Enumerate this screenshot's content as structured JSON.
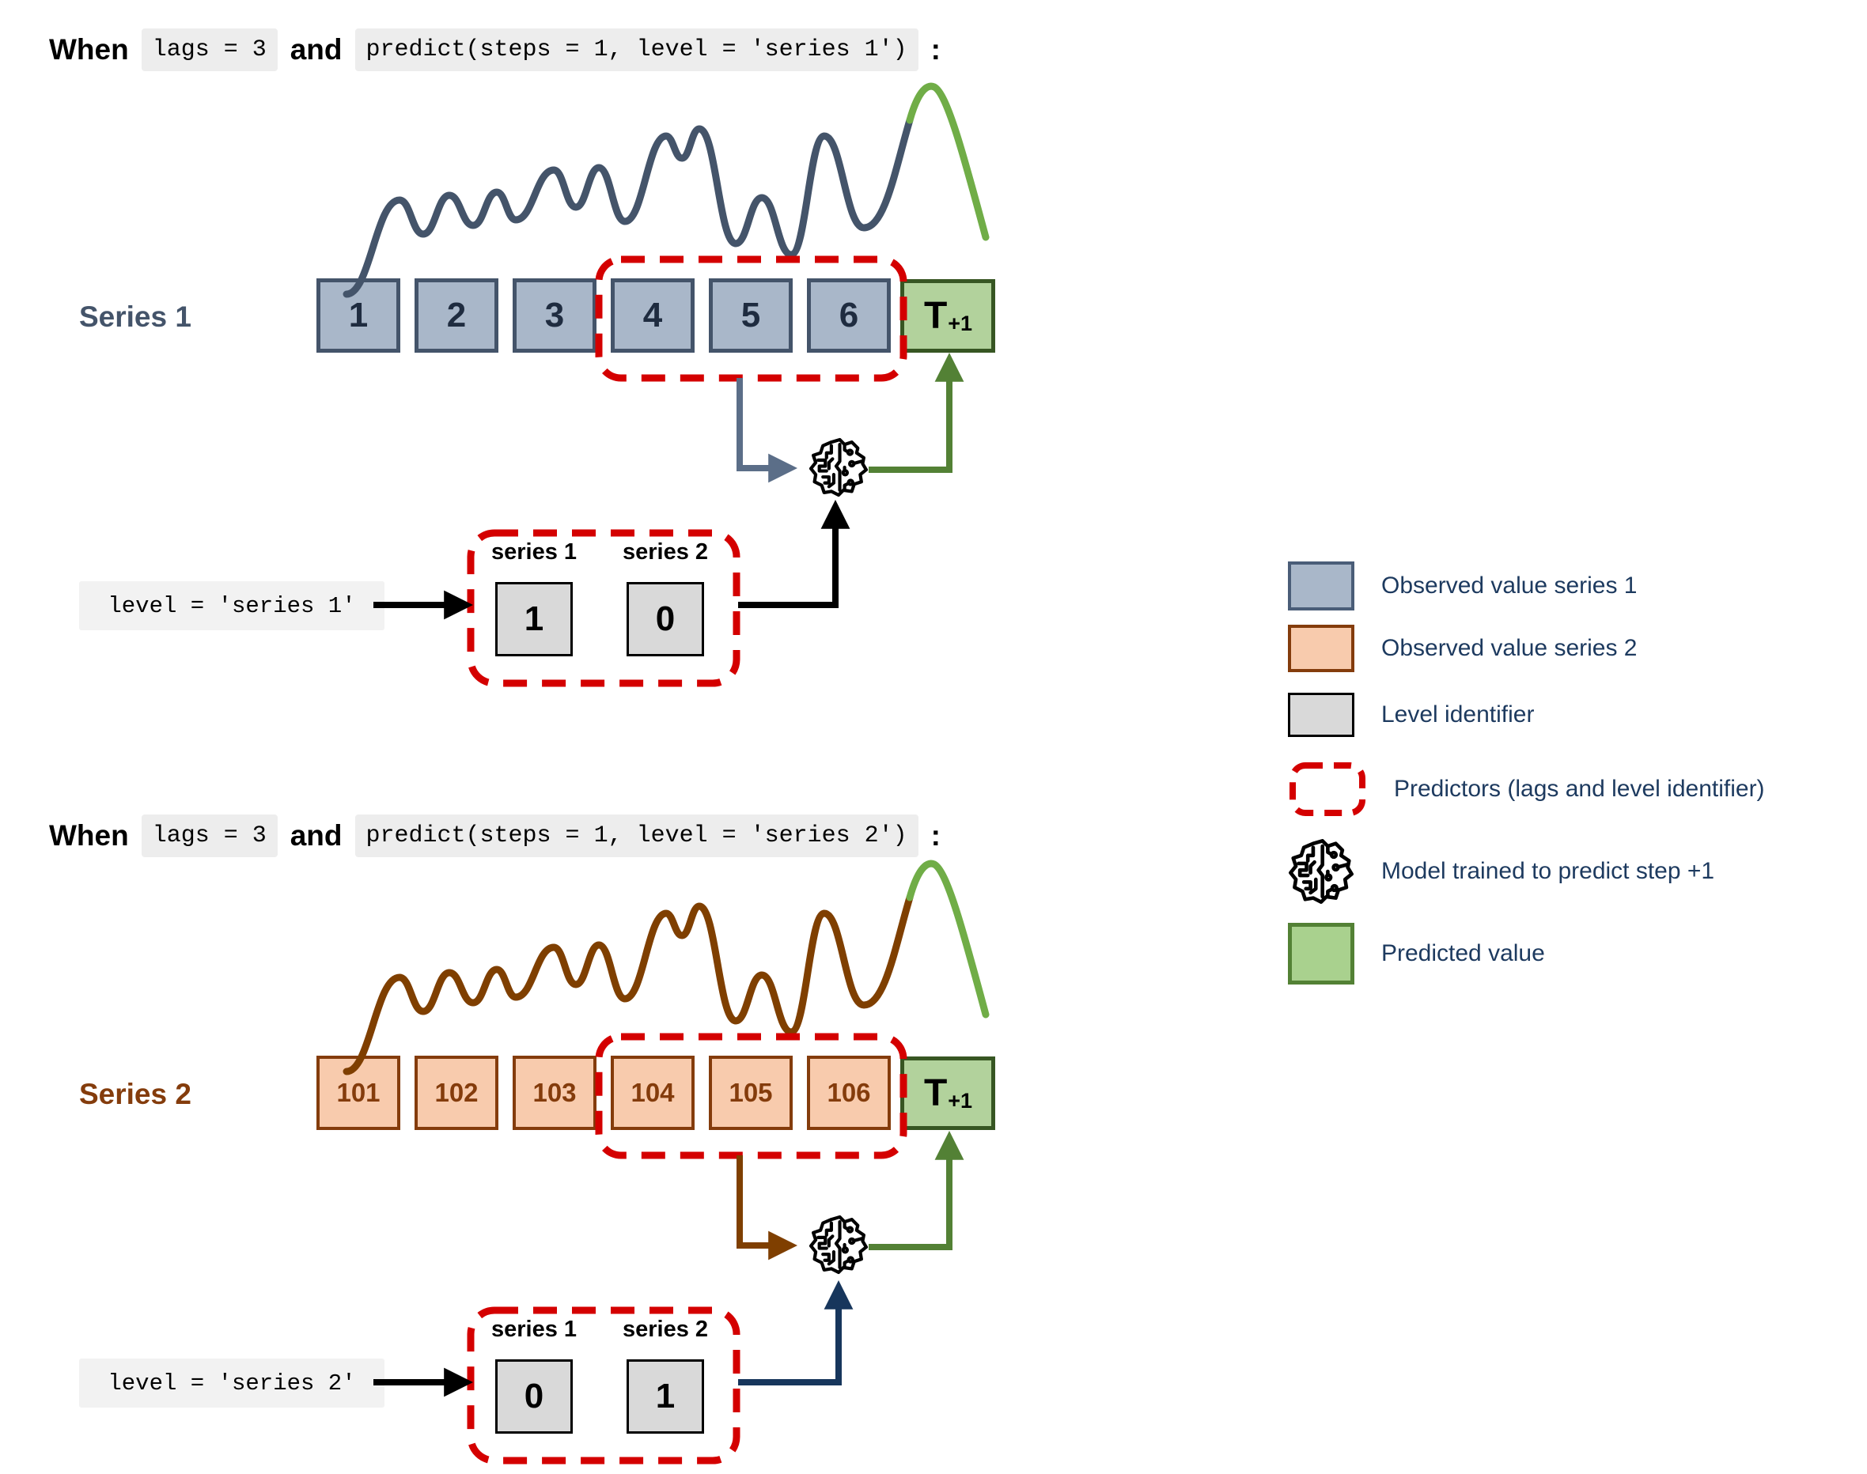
{
  "headings": {
    "h1": {
      "when": "When",
      "lags_code": "lags = 3",
      "and": "and",
      "predict_code": "predict(steps = 1, level = 'series 1')",
      "colon": ":"
    },
    "h2": {
      "when": "When",
      "lags_code": "lags = 3",
      "and": "and",
      "predict_code": "predict(steps = 1, level = 'series 2')",
      "colon": ":"
    }
  },
  "series1": {
    "label": "Series 1",
    "values": [
      "1",
      "2",
      "3",
      "4",
      "5",
      "6"
    ],
    "predicted": {
      "t": "T",
      "sub": "+1"
    }
  },
  "series2": {
    "label": "Series 2",
    "values": [
      "101",
      "102",
      "103",
      "104",
      "105",
      "106"
    ],
    "predicted": {
      "t": "T",
      "sub": "+1"
    }
  },
  "level1": {
    "code": "level = 'series 1'",
    "headers": [
      "series 1",
      "series 2"
    ],
    "values": [
      "1",
      "0"
    ]
  },
  "level2": {
    "code": "level = 'series 2'",
    "headers": [
      "series 1",
      "series 2"
    ],
    "values": [
      "0",
      "1"
    ]
  },
  "legend": {
    "items": [
      {
        "label": "Observed value series 1",
        "swatch": "observed-series-1"
      },
      {
        "label": "Observed value series 2",
        "swatch": "observed-series-2"
      },
      {
        "label": "Level identifier",
        "swatch": "level-identifier"
      },
      {
        "label": "Predictors (lags and level identifier)",
        "swatch": "predictors-dashed"
      },
      {
        "label": "Model trained to predict step +1",
        "swatch": "model-brain"
      },
      {
        "label": "Predicted value",
        "swatch": "predicted-value"
      }
    ]
  },
  "colors": {
    "series1_fill": "#a9b7c9",
    "series1_border": "#44546a",
    "series2_fill": "#f8cbad",
    "series2_border": "#843c0c",
    "level_fill": "#d9d9d9",
    "predicted_fill": "#b2d29c",
    "predicted_border": "#375623",
    "predictors_red": "#d40000",
    "forecast_green": "#70ad47",
    "arrow_green": "#538135",
    "arrow_navy": "#17365c",
    "arrow_slate": "#5b6e88",
    "wave_series2_brown": "#7f3f00",
    "legend_text": "#1d3a5f"
  }
}
